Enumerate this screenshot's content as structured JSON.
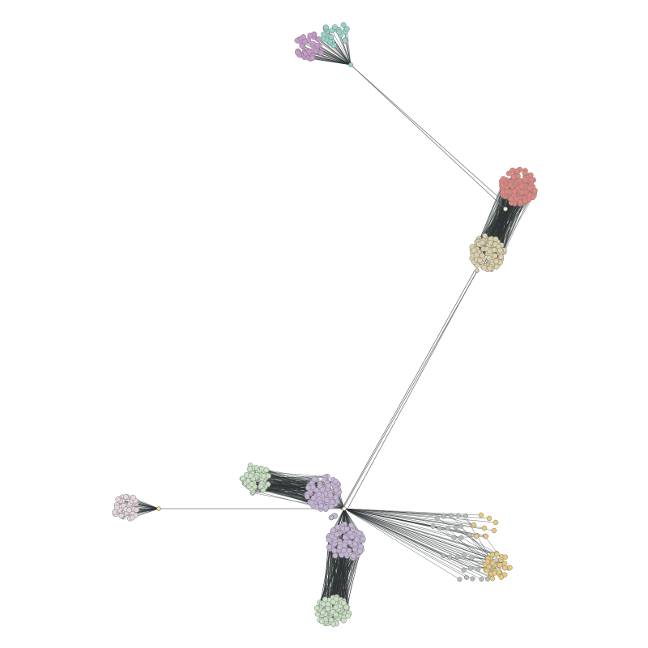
{
  "colors": {
    "background": "#ffffff",
    "edge": "#2e3433",
    "long_edge": "#6d6f6f",
    "node_outline": "#7d7d7d"
  },
  "graph": {
    "type": "network",
    "clusters": [
      {
        "id": "teal",
        "color": "#96d3c6",
        "nodes": 28
      },
      {
        "id": "violet",
        "color": "#c79bc9",
        "nodes": 40
      },
      {
        "id": "red",
        "color": "#e08780",
        "nodes": 150
      },
      {
        "id": "tan",
        "color": "#dcd0ab",
        "nodes": 120
      },
      {
        "id": "green-upper",
        "color": "#c9e0c2",
        "nodes": 60
      },
      {
        "id": "lavender-upper",
        "color": "#c5b5d4",
        "nodes": 120
      },
      {
        "id": "pink",
        "color": "#e6d6dc",
        "nodes": 45
      },
      {
        "id": "lavender-lower",
        "color": "#c5b5d4",
        "nodes": 120
      },
      {
        "id": "green-lower",
        "color": "#c9e0c2",
        "nodes": 90
      },
      {
        "id": "grey",
        "color": "#b7b9b8",
        "nodes": 30
      },
      {
        "id": "yellow",
        "color": "#e8c97a",
        "nodes": 45
      }
    ]
  }
}
